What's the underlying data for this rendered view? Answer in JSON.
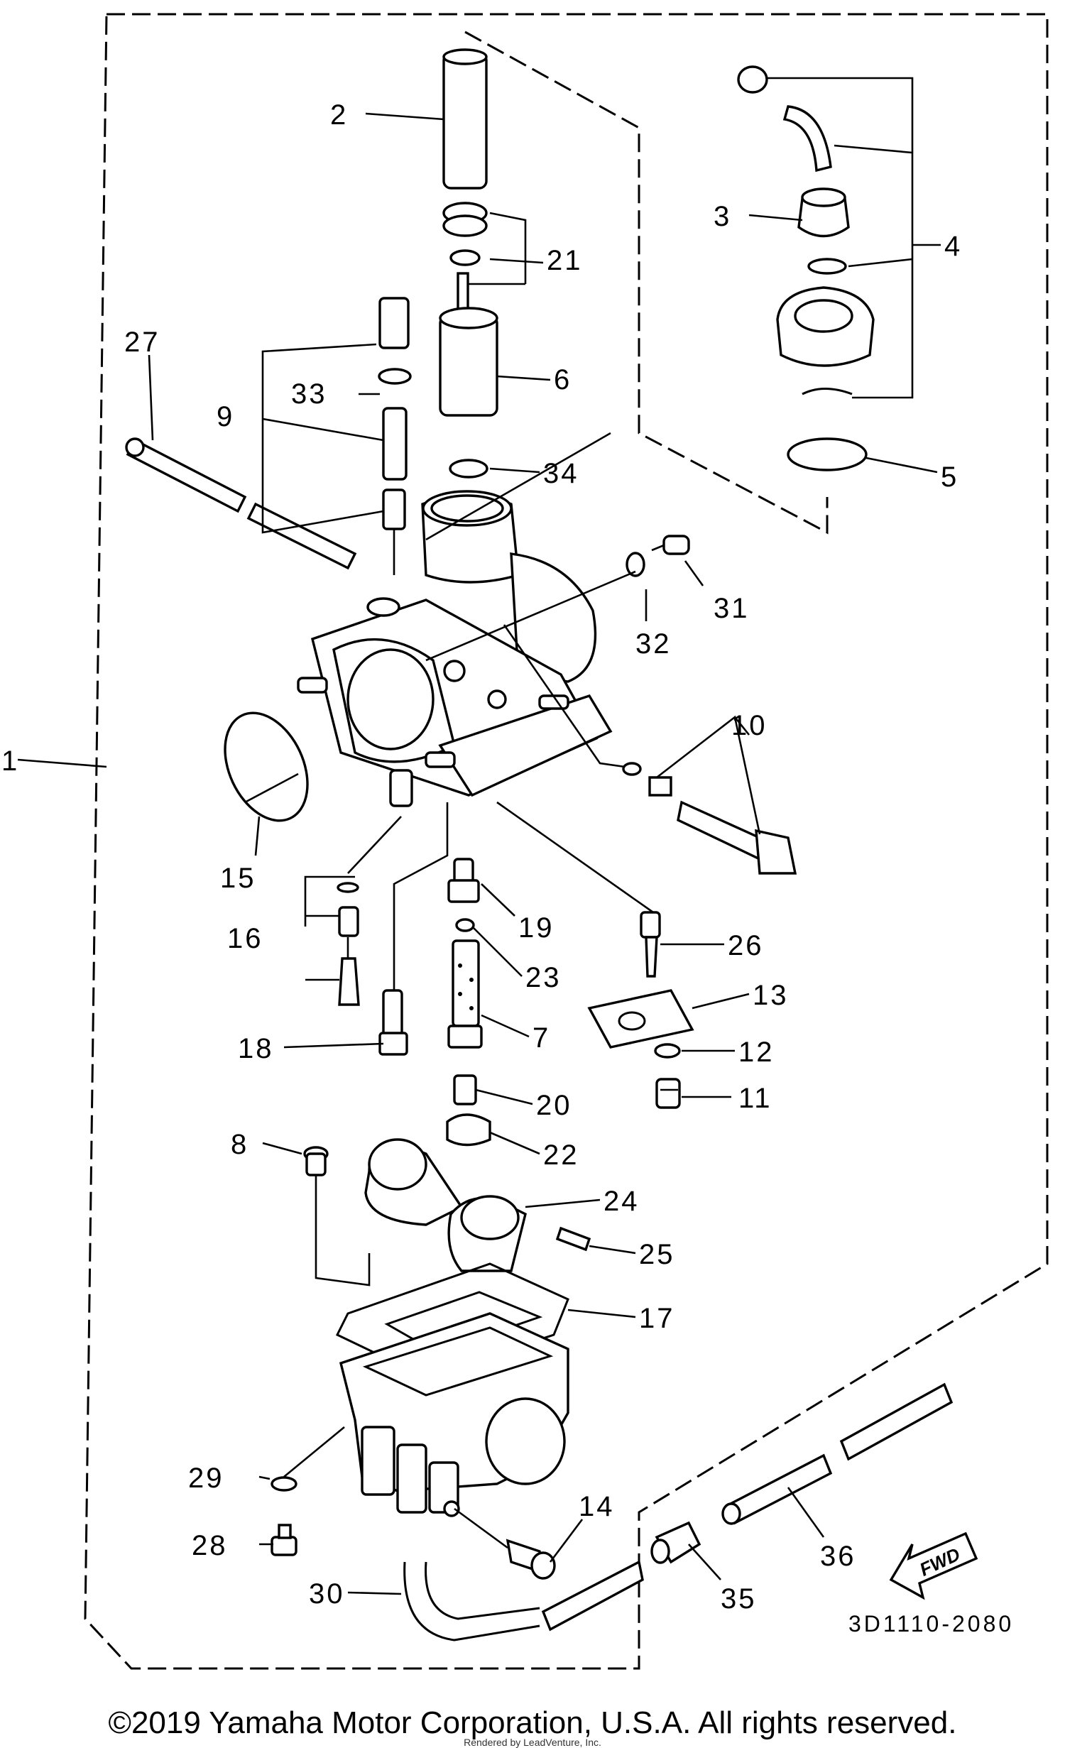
{
  "diagram": {
    "callouts": [
      {
        "id": "c1",
        "text": "1"
      },
      {
        "id": "c2",
        "text": "2"
      },
      {
        "id": "c3",
        "text": "3"
      },
      {
        "id": "c4",
        "text": "4"
      },
      {
        "id": "c5",
        "text": "5"
      },
      {
        "id": "c6",
        "text": "6"
      },
      {
        "id": "c7",
        "text": "7"
      },
      {
        "id": "c8",
        "text": "8"
      },
      {
        "id": "c9",
        "text": "9"
      },
      {
        "id": "c10",
        "text": "10"
      },
      {
        "id": "c11",
        "text": "11"
      },
      {
        "id": "c12",
        "text": "12"
      },
      {
        "id": "c13",
        "text": "13"
      },
      {
        "id": "c14",
        "text": "14"
      },
      {
        "id": "c15",
        "text": "15"
      },
      {
        "id": "c16",
        "text": "16"
      },
      {
        "id": "c17",
        "text": "17"
      },
      {
        "id": "c18",
        "text": "18"
      },
      {
        "id": "c19",
        "text": "19"
      },
      {
        "id": "c20",
        "text": "20"
      },
      {
        "id": "c21",
        "text": "21"
      },
      {
        "id": "c22",
        "text": "22"
      },
      {
        "id": "c23",
        "text": "23"
      },
      {
        "id": "c24",
        "text": "24"
      },
      {
        "id": "c25",
        "text": "25"
      },
      {
        "id": "c26",
        "text": "26"
      },
      {
        "id": "c27",
        "text": "27"
      },
      {
        "id": "c28",
        "text": "28"
      },
      {
        "id": "c29",
        "text": "29"
      },
      {
        "id": "c30",
        "text": "30"
      },
      {
        "id": "c31",
        "text": "31"
      },
      {
        "id": "c32",
        "text": "32"
      },
      {
        "id": "c33",
        "text": "33"
      },
      {
        "id": "c34",
        "text": "34"
      },
      {
        "id": "c35",
        "text": "35"
      },
      {
        "id": "c36",
        "text": "36"
      }
    ],
    "diagram_code": "3D1110-2080",
    "fwd_label": "FWD"
  },
  "footer": {
    "copyright": "©2019 Yamaha Motor Corporation, U.S.A. All rights reserved.",
    "watermark": "Rendered by LeadVenture, Inc."
  }
}
